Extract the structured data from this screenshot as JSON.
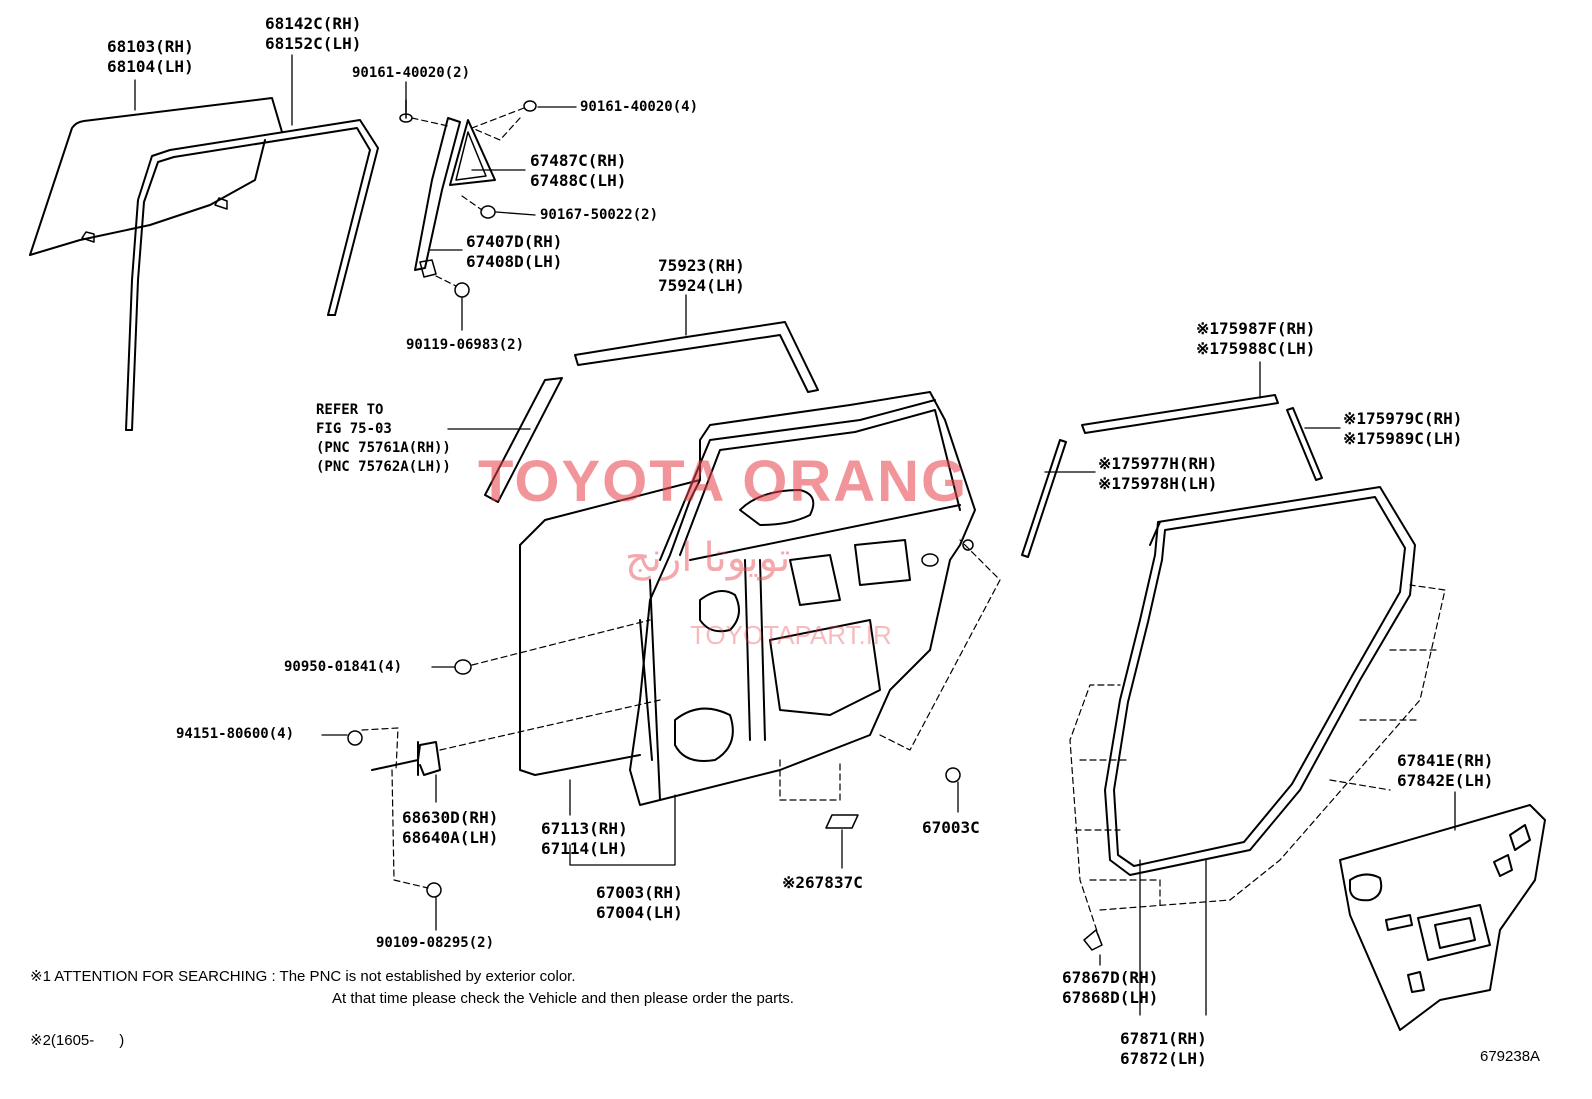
{
  "labels": {
    "glass": [
      "68103(RH)",
      "68104(LH)"
    ],
    "run_channel": [
      "68142C(RH)",
      "68152C(LH)"
    ],
    "screw_top_left": "90161-40020(2)",
    "screw_top_right": "90161-40020(4)",
    "quarter_glass": [
      "67487C(RH)",
      "67488C(LH)"
    ],
    "screw_quarter": "90167-50022(2)",
    "division_bar": [
      "67407D(RH)",
      "67408D(LH)"
    ],
    "bolt_division": "90119-06983(2)",
    "belt_moulding": [
      "75923(RH)",
      "75924(LH)"
    ],
    "refer_to": [
      "REFER TO",
      "FIG 75-03",
      "(PNC 75761A(RH))",
      "(PNC 75762A(LH))"
    ],
    "frame_moulding_upper": [
      "※175987F(RH)",
      "※175988C(LH)"
    ],
    "frame_moulding_rear": [
      "※175979C(RH)",
      "※175989C(LH)"
    ],
    "frame_moulding_front": [
      "※175977H(RH)",
      "※175978H(LH)"
    ],
    "cushion": "90950-01841(4)",
    "nut_check": "94151-80600(4)",
    "door_check": [
      "68630D(RH)",
      "68640A(LH)"
    ],
    "bolt_check": "90109-08295(2)",
    "outer_panel": [
      "67113(RH)",
      "67114(LH)"
    ],
    "door_panel": [
      "67003(RH)",
      "67004(LH)"
    ],
    "plug": "67003C",
    "clip_bottom": "※267837C",
    "service_hole_cover": [
      "67841E(RH)",
      "67842E(LH)"
    ],
    "clip_weatherstrip": [
      "67867D(RH)",
      "67868D(LH)"
    ],
    "weatherstrip": [
      "67871(RH)",
      "67872(LH)"
    ]
  },
  "notes": {
    "note1_line1": "※1 ATTENTION FOR SEARCHING : The PNC is not established by exterior color.",
    "note1_line2": "At that time please check the Vehicle and then please order the parts.",
    "note2": "※2(1605-      )",
    "figure_id": "679238A"
  },
  "watermark": {
    "main": "TOYOTA ORANG",
    "arabic": "تويوتا ارنج",
    "url": "TOYOTAPART.IR",
    "color": "#e8404a"
  }
}
